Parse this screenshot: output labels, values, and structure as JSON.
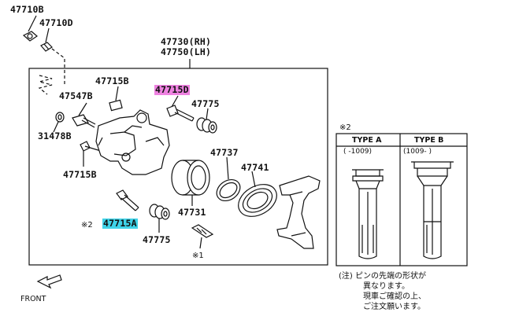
{
  "callouts": {
    "p47710b": "47710B",
    "p47710d": "47710D",
    "p47730": "47730(RH)",
    "p47750": "47750(LH)",
    "p47715b_top": "47715B",
    "p47715d": "47715D",
    "p47547b": "47547B",
    "p47775_top": "47775",
    "p31478b": "31478B",
    "p47737": "47737",
    "p47741": "47741",
    "p47715b_bottom": "47715B",
    "p47731": "47731",
    "p47715a": "47715A",
    "p47775_bottom": "47775",
    "mark2_left": "※2",
    "mark1": "※1"
  },
  "highlight_colors": {
    "pink": "#ee82e0",
    "cyan": "#3fd3e8"
  },
  "inset": {
    "mark": "※2",
    "type_a": "TYPE A",
    "type_b": "TYPE B",
    "range_a": "(   -1009)",
    "range_b": "(1009-    )"
  },
  "footnote": {
    "line1": "(注) ピンの先端の形状が",
    "line2": "異なります。",
    "line3": "現車ご確認の上、",
    "line4": "ご注文願います。"
  },
  "front_label": "FRONT"
}
